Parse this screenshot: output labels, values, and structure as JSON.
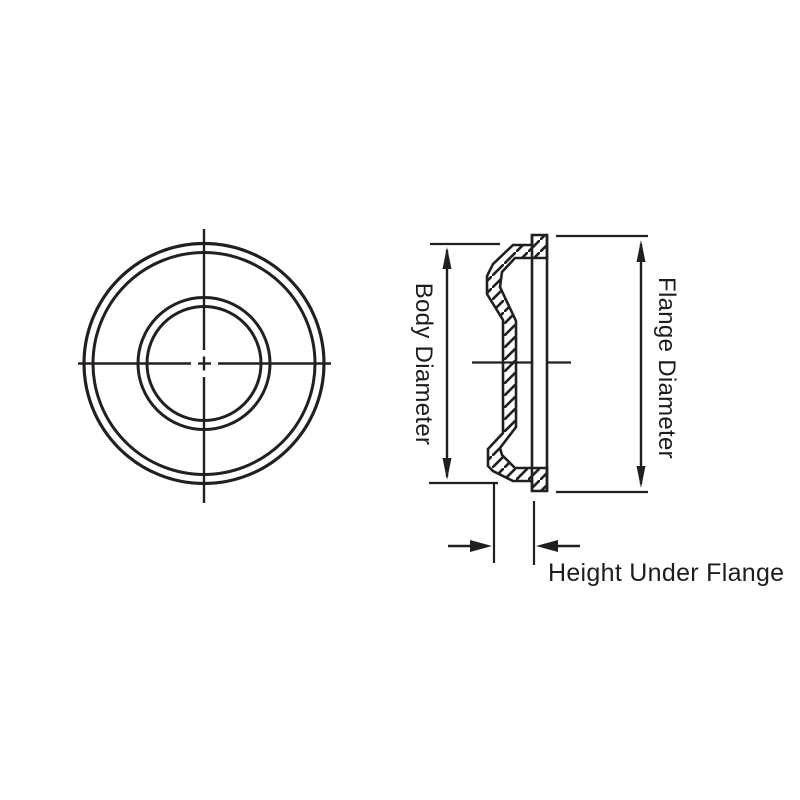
{
  "diagram": {
    "labels": {
      "body_diameter": "Body Diameter",
      "flange_diameter": "Flange Diameter",
      "height_under_flange": "Height Under Flange"
    },
    "colors": {
      "line": "#231f20",
      "background": "#ffffff"
    }
  }
}
